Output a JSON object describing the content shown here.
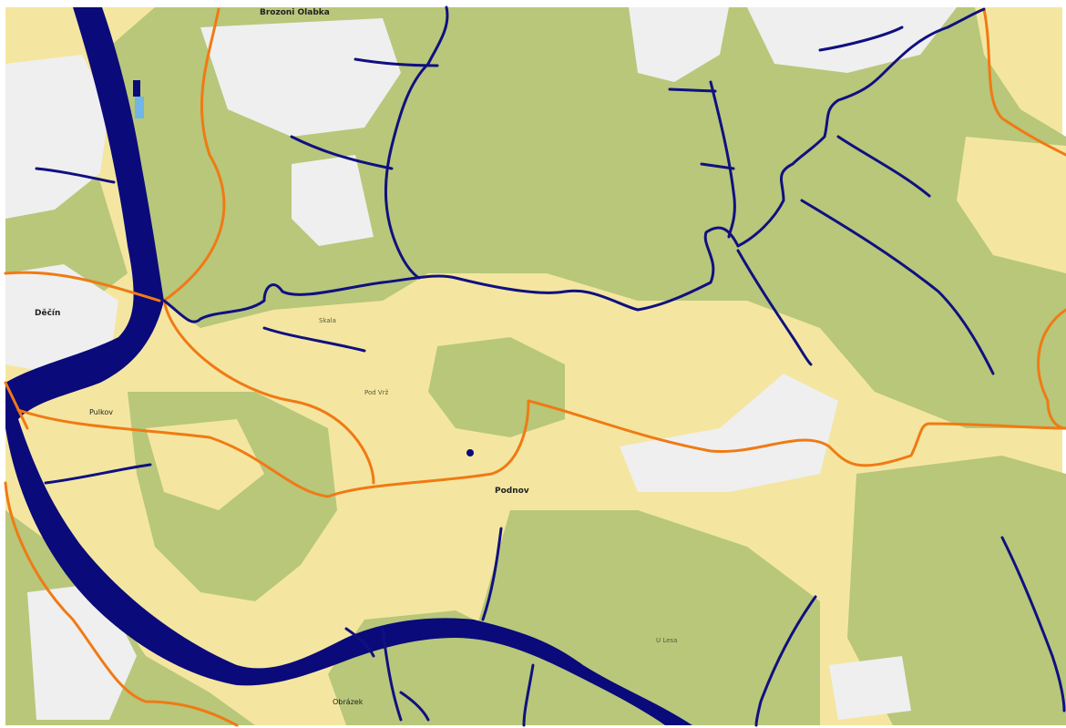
{
  "map": {
    "colors": {
      "forest": "#b8c77a",
      "field": "#f4e6a0",
      "urban": "#efefef",
      "river": "#0a0a7a",
      "stream": "#101080",
      "road": "#f07a14"
    },
    "places": [
      {
        "id": "brezno",
        "label": "Brozoni Olabka"
      },
      {
        "id": "decin",
        "label": "Děčín"
      },
      {
        "id": "podmokly",
        "label": "Podnov"
      },
      {
        "id": "pulkov",
        "label": "Pulkov"
      },
      {
        "id": "obrazek",
        "label": "Obrázek"
      }
    ],
    "minor_labels": [
      {
        "id": "lbl1",
        "label": "Pod Vrž"
      },
      {
        "id": "lbl2",
        "label": "Skala"
      },
      {
        "id": "lbl3",
        "label": "U Lesa"
      }
    ]
  }
}
